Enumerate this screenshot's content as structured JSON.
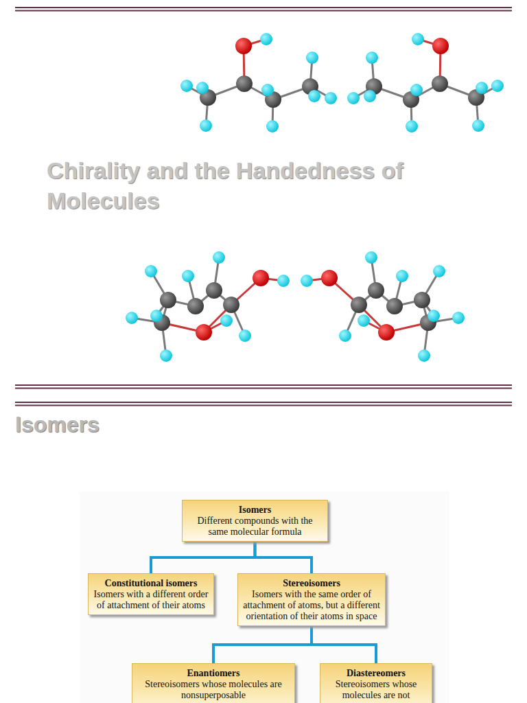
{
  "diagram": {
    "title": "Chirality and the Handedness of Molecules",
    "nodes": [
      {
        "text": [
          "Isomers",
          "Different compounds with the same molecular formula"
        ]
      },
      {
        "text": [
          "Constitutional isomers",
          "Isomers with a different order of attachment of their atoms"
        ]
      },
      {
        "text": [
          "Stereoisomers",
          "Isomers with the same order of attachment of atoms, but a different orientation of their atoms in space"
        ]
      },
      {
        "text": [
          "Enantiomers",
          "Stereoisomers whose molecules are nonsuperposable"
        ]
      },
      {
        "text": [
          "Diastereomers",
          "Stereoisomers whose molecules are not"
        ]
      }
    ],
    "edges": [
      {
        "from": 0,
        "to": 1,
        "arrow": "none"
      },
      {
        "from": 0,
        "to": 2,
        "arrow": "none"
      },
      {
        "from": 2,
        "to": 3,
        "arrow": "none"
      },
      {
        "from": 2,
        "to": 4,
        "arrow": "none"
      }
    ],
    "labels": [
      "Isomers"
    ]
  }
}
